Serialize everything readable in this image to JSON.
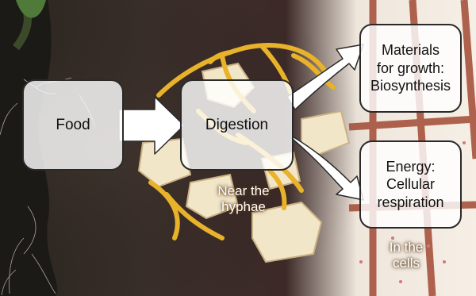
{
  "boxes": {
    "food": "Food",
    "digestion": "Digestion",
    "materials": "Materials\nfor growth:\nBiosynthesis",
    "energy": "Energy:\nCellular\nrespiration"
  },
  "captions": {
    "hyphae": "Near the\nhyphae",
    "cells": "In the\ncells"
  },
  "colors": {
    "background_dark": "#2e221e",
    "hyphae_yellow": "#e8b22a",
    "food_particles": "#f2e6c8",
    "cell_wall_red": "#a24a34",
    "box_fill": "#ffffff",
    "arrow_fill": "#ffffff"
  }
}
